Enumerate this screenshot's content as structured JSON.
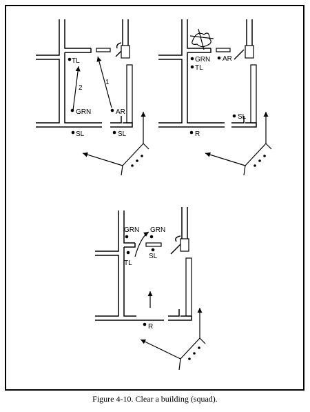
{
  "caption": "Figure 4-10. Clear a building (squad).",
  "panel_a": {
    "labels": {
      "tl": "TL",
      "grn": "GRN",
      "ar": "AR",
      "sl1": "SL",
      "sl2": "SL",
      "step1": "1",
      "step2": "2"
    }
  },
  "panel_b": {
    "labels": {
      "grn": "GRN",
      "tl": "TL",
      "ar": "AR",
      "sl": "SL",
      "r": "R"
    }
  },
  "panel_c": {
    "labels": {
      "grn1": "GRN",
      "grn2": "GRN",
      "tl": "TL",
      "sl": "SL",
      "r": "R"
    }
  }
}
